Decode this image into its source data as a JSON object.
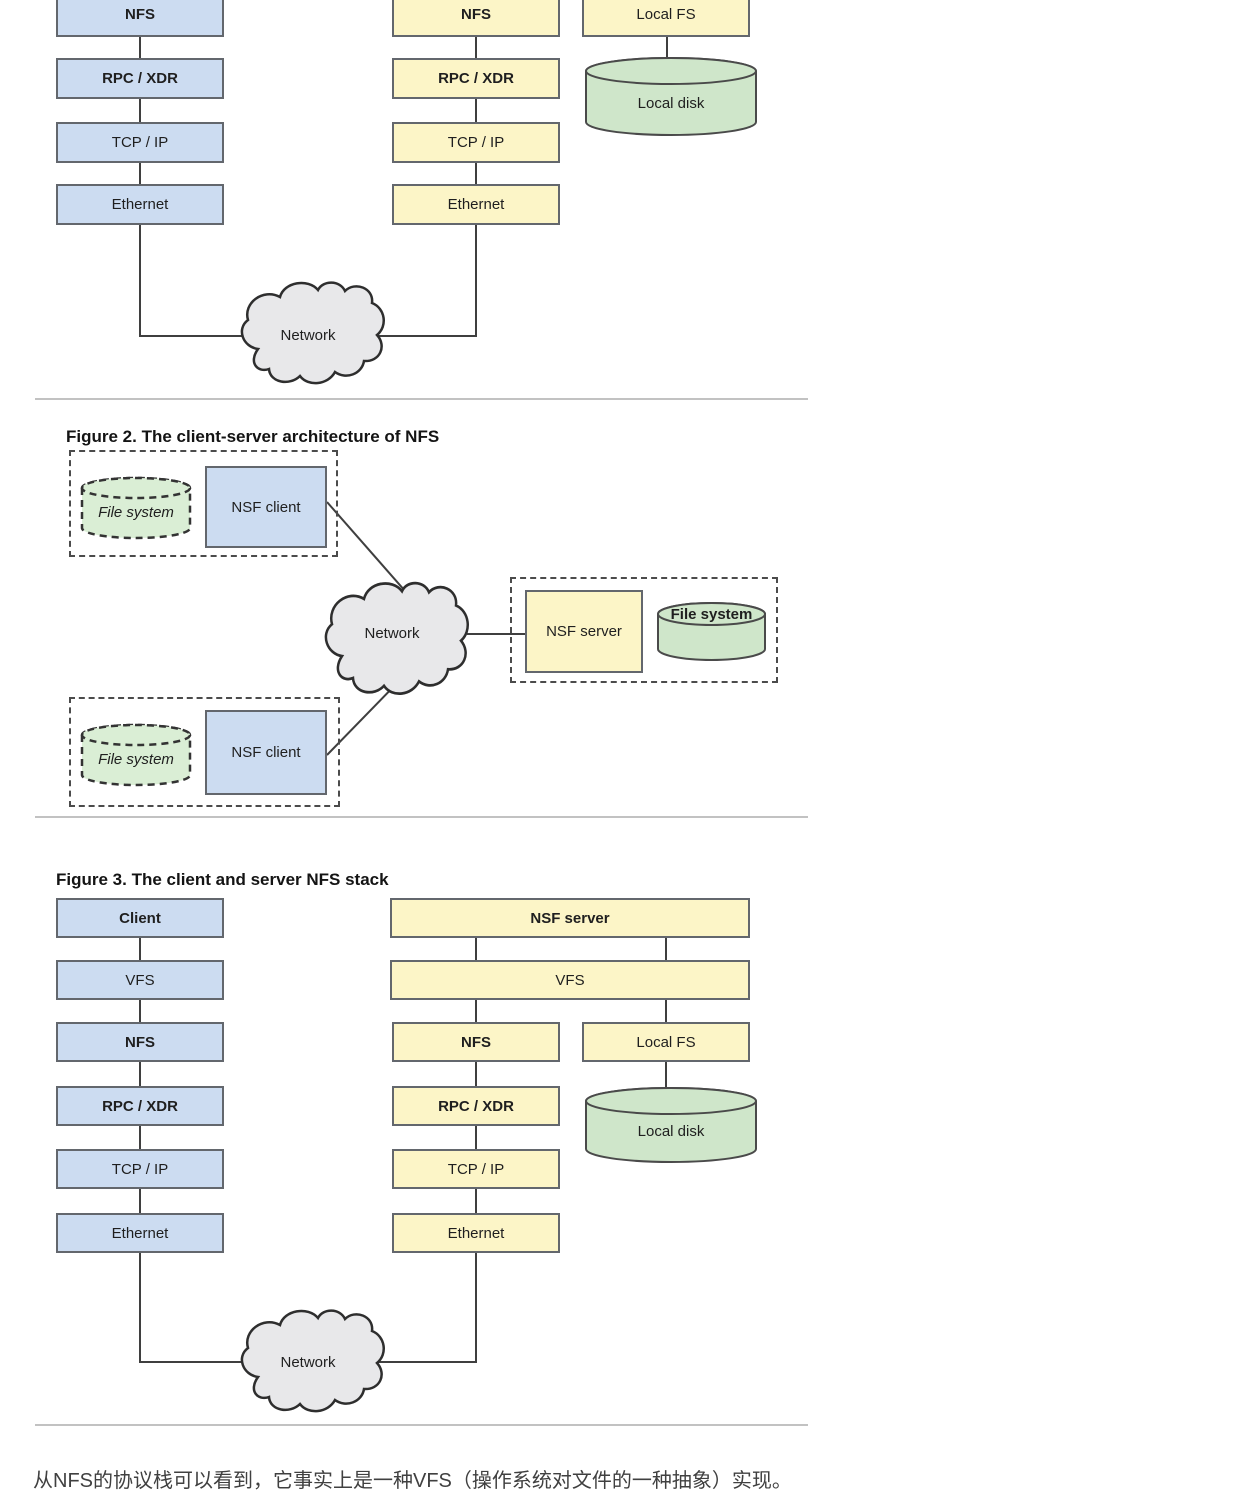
{
  "figure1": {
    "client_stack": [
      {
        "label": "NFS",
        "bold": true
      },
      {
        "label": "RPC / XDR",
        "bold": true
      },
      {
        "label": "TCP / IP",
        "bold": false
      },
      {
        "label": "Ethernet",
        "bold": false
      }
    ],
    "server_stack": [
      {
        "label": "NFS",
        "bold": true
      },
      {
        "label": "RPC / XDR",
        "bold": true
      },
      {
        "label": "TCP / IP",
        "bold": false
      },
      {
        "label": "Ethernet",
        "bold": false
      }
    ],
    "local_fs": "Local FS",
    "local_disk": "Local disk",
    "network_label": "Network"
  },
  "figure2": {
    "title": "Figure 2. The client-server architecture of NFS",
    "client_top": {
      "file_system": "File system",
      "client": "NSF client"
    },
    "client_bottom": {
      "file_system": "File system",
      "client": "NSF client"
    },
    "server": {
      "label": "NSF server",
      "file_system": "File system"
    },
    "network_label": "Network"
  },
  "figure3": {
    "title": "Figure 3. The client and server NFS stack",
    "client_stack": [
      {
        "label": "Client",
        "bold": true
      },
      {
        "label": "VFS",
        "bold": false
      },
      {
        "label": "NFS",
        "bold": true
      },
      {
        "label": "RPC / XDR",
        "bold": true
      },
      {
        "label": "TCP / IP",
        "bold": false
      },
      {
        "label": "Ethernet",
        "bold": false
      }
    ],
    "server_wide": {
      "top": "NSF server",
      "vfs": "VFS"
    },
    "server_stack": [
      {
        "label": "NFS",
        "bold": true
      },
      {
        "label": "RPC / XDR",
        "bold": true
      },
      {
        "label": "TCP / IP",
        "bold": false
      },
      {
        "label": "Ethernet",
        "bold": false
      }
    ],
    "local_fs": "Local FS",
    "local_disk": "Local disk",
    "network_label": "Network"
  },
  "footer": {
    "paragraph": "从NFS的协议栈可以看到，它事实上是一种VFS（操作系统对文件的一种抽象）实现。"
  },
  "colors": {
    "client_box_fill": "#ccdcf1",
    "server_box_fill": "#fcf5c7",
    "disk_fill": "#cfe6ca",
    "dashed_disk_fill": "#daeed5",
    "cloud_fill": "#e8e8ea",
    "box_border": "#63676d",
    "divider": "#c2c2c2"
  }
}
